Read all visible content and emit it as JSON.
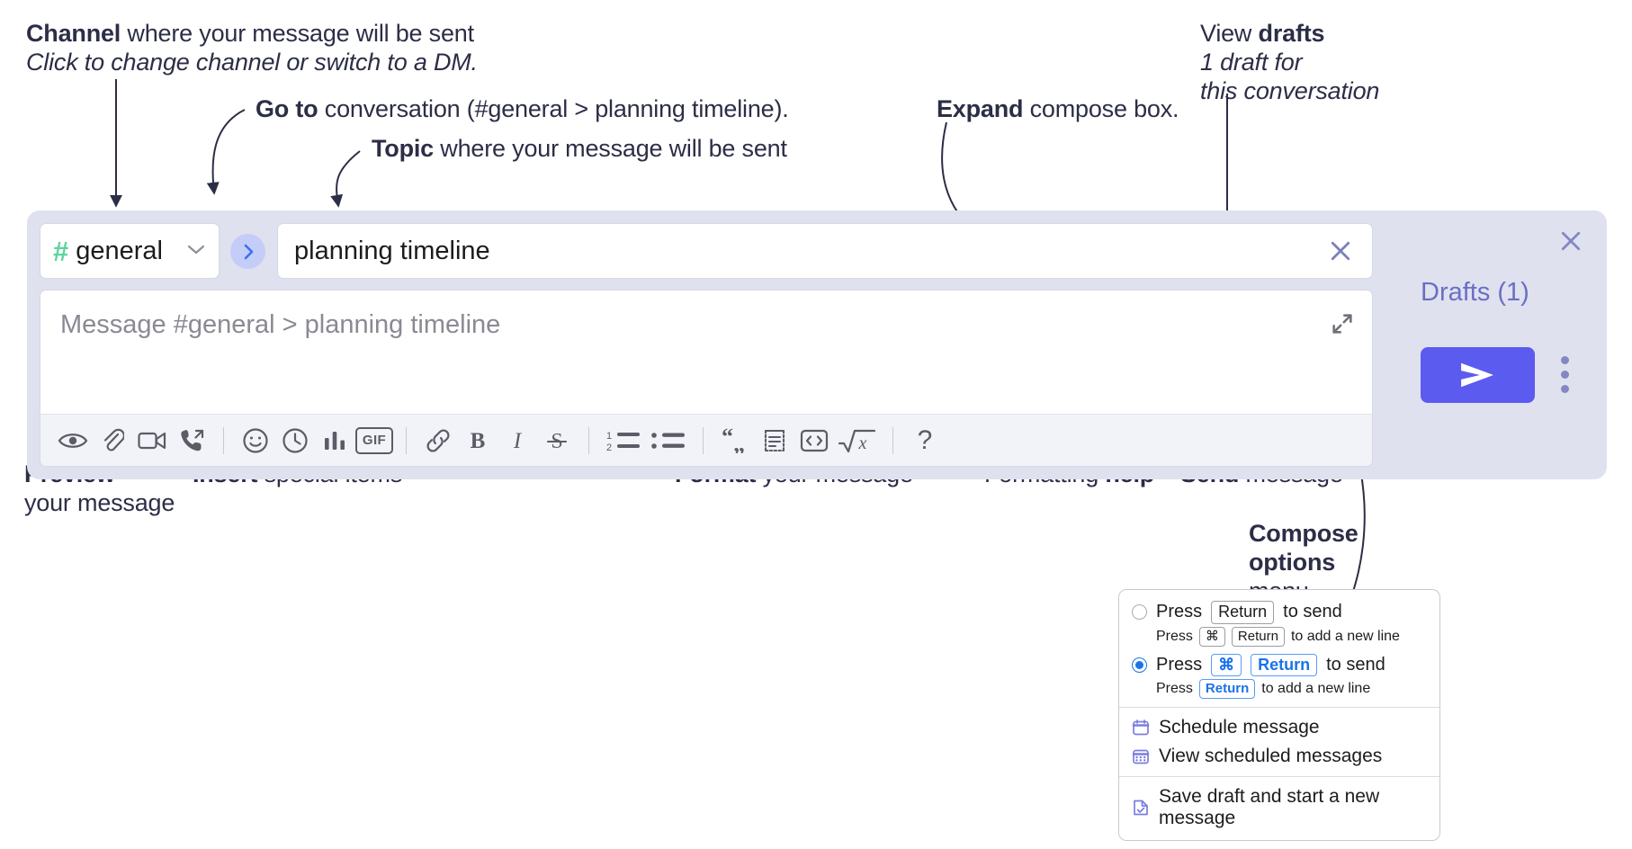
{
  "annotations": {
    "channel": {
      "bold": "Channel",
      "rest": " where your message will be sent",
      "italic": "Click to change channel or switch to a DM."
    },
    "goto": {
      "bold": "Go to",
      "rest": " conversation (#general > planning timeline)."
    },
    "topic": {
      "bold": "Topic",
      "rest": " where your message will be sent"
    },
    "expand": {
      "bold": "Expand",
      "rest": " compose box."
    },
    "drafts": {
      "lead": "View ",
      "bold": "drafts",
      "italic_l1": "1 draft for",
      "italic_l2": "this conversation"
    },
    "preview": {
      "bold": "Preview",
      "rest": "your message"
    },
    "insert": {
      "bold": "Insert",
      "rest": " special items"
    },
    "format": {
      "bold": "Format",
      "rest": " your message"
    },
    "help": {
      "lead": "Formatting ",
      "bold": "help"
    },
    "send": {
      "bold": "Send",
      "rest": " message"
    },
    "compose_options": {
      "bold_l1": "Compose",
      "bold_l2": "options",
      "rest": "menu"
    }
  },
  "compose": {
    "channel": {
      "hash": "#",
      "name": "general",
      "chevron": "chevron-down-icon"
    },
    "goto_button": "goto-conversation-icon",
    "topic": {
      "value": "planning timeline",
      "clear": "close-icon"
    },
    "message": {
      "placeholder": "Message #general > planning timeline",
      "value": ""
    },
    "expand": "expand-icon",
    "toolbar": [
      {
        "name": "preview-icon",
        "label": "Preview"
      },
      {
        "name": "attachment-icon",
        "label": "Attach file"
      },
      {
        "name": "video-icon",
        "label": "Video clip"
      },
      {
        "name": "audio-call-icon",
        "label": "Audio clip"
      },
      {
        "name": "divider",
        "label": ""
      },
      {
        "name": "emoji-icon",
        "label": "Emoji"
      },
      {
        "name": "clock-icon",
        "label": "Reminder"
      },
      {
        "name": "poll-icon",
        "label": "Poll"
      },
      {
        "name": "gif-icon",
        "label": "GIF"
      },
      {
        "name": "divider",
        "label": ""
      },
      {
        "name": "link-icon",
        "label": "Link"
      },
      {
        "name": "bold-icon",
        "label": "B"
      },
      {
        "name": "italic-icon",
        "label": "I"
      },
      {
        "name": "strikethrough-icon",
        "label": "S"
      },
      {
        "name": "divider",
        "label": ""
      },
      {
        "name": "ordered-list-icon",
        "label": "Numbered list"
      },
      {
        "name": "bulleted-list-icon",
        "label": "Bulleted list"
      },
      {
        "name": "divider",
        "label": ""
      },
      {
        "name": "blockquote-icon",
        "label": "Blockquote"
      },
      {
        "name": "code-block-icon",
        "label": "Code block"
      },
      {
        "name": "inline-code-icon",
        "label": "Code"
      },
      {
        "name": "math-icon",
        "label": "Math"
      },
      {
        "name": "divider",
        "label": ""
      },
      {
        "name": "help-icon",
        "label": "?"
      }
    ],
    "rail": {
      "close": "close-icon",
      "drafts_label": "Drafts (1)",
      "send": "send-icon",
      "kebab": "more-options-icon"
    }
  },
  "menu": {
    "options": [
      {
        "selected": false,
        "press": "Press",
        "keys": [
          "Return"
        ],
        "tail": "to send",
        "sub_press": "Press",
        "sub_keys": [
          "⌘",
          "Return"
        ],
        "sub_tail": "to add a new line"
      },
      {
        "selected": true,
        "press": "Press",
        "keys": [
          "⌘",
          "Return"
        ],
        "tail": "to send",
        "sub_press": "Press",
        "sub_keys": [
          "Return"
        ],
        "sub_tail": "to add a new line"
      }
    ],
    "items": [
      {
        "icon": "calendar-schedule-icon",
        "label": "Schedule message"
      },
      {
        "icon": "calendar-list-icon",
        "label": "View scheduled messages"
      },
      {
        "icon": "save-draft-icon",
        "label": "Save draft and start a new message"
      }
    ]
  },
  "colors": {
    "accent": "#5b5bf0",
    "panel": "#dfe1ef",
    "hash_green": "#5ed39e",
    "drafts_purple": "#6b6fc4",
    "key_blue": "#1a73e8"
  }
}
